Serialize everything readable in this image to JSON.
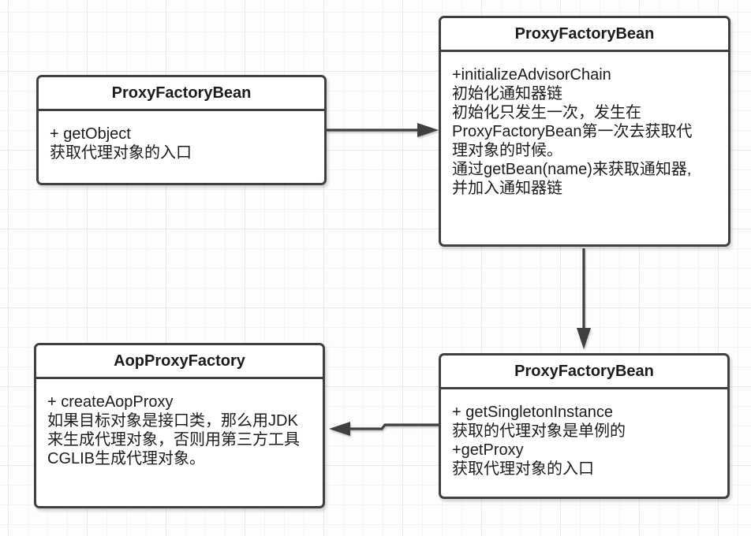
{
  "diagram": {
    "colors": {
      "stroke": "#404040",
      "text": "#1c1c1c",
      "canvas": "#fdfdfd",
      "grid_minor": "#f3f3f3",
      "grid_major": "#e9e9e9",
      "box_fill": "#ffffff"
    },
    "boxes": [
      {
        "title": "ProxyFactoryBean",
        "lines": [
          "+ getObject",
          "获取代理对象的入口"
        ]
      },
      {
        "title": "ProxyFactoryBean",
        "lines": [
          "+initializeAdvisorChain",
          "初始化通知器链",
          "初始化只发生一次，发生在",
          "ProxyFactoryBean第一次去获取代",
          "理对象的时候。",
          "通过getBean(name)来获取通知器,",
          "并加入通知器链"
        ]
      },
      {
        "title": "AopProxyFactory",
        "lines": [
          "+ createAopProxy",
          "如果目标对象是接口类，那么用JDK",
          "来生成代理对象，否则用第三方工具",
          "CGLIB生成代理对象。"
        ]
      },
      {
        "title": "ProxyFactoryBean",
        "lines": [
          "+ getSingletonInstance",
          "获取的代理对象是单例的",
          "+getProxy",
          "获取代理对象的入口"
        ]
      }
    ],
    "connections": [
      {
        "from": "ProxyFactoryBean (getObject)",
        "to": "ProxyFactoryBean (initializeAdvisorChain)",
        "direction": "right"
      },
      {
        "from": "ProxyFactoryBean (initializeAdvisorChain)",
        "to": "ProxyFactoryBean (getSingletonInstance)",
        "direction": "down"
      },
      {
        "from": "ProxyFactoryBean (getSingletonInstance)",
        "to": "AopProxyFactory (createAopProxy)",
        "direction": "left"
      }
    ]
  }
}
